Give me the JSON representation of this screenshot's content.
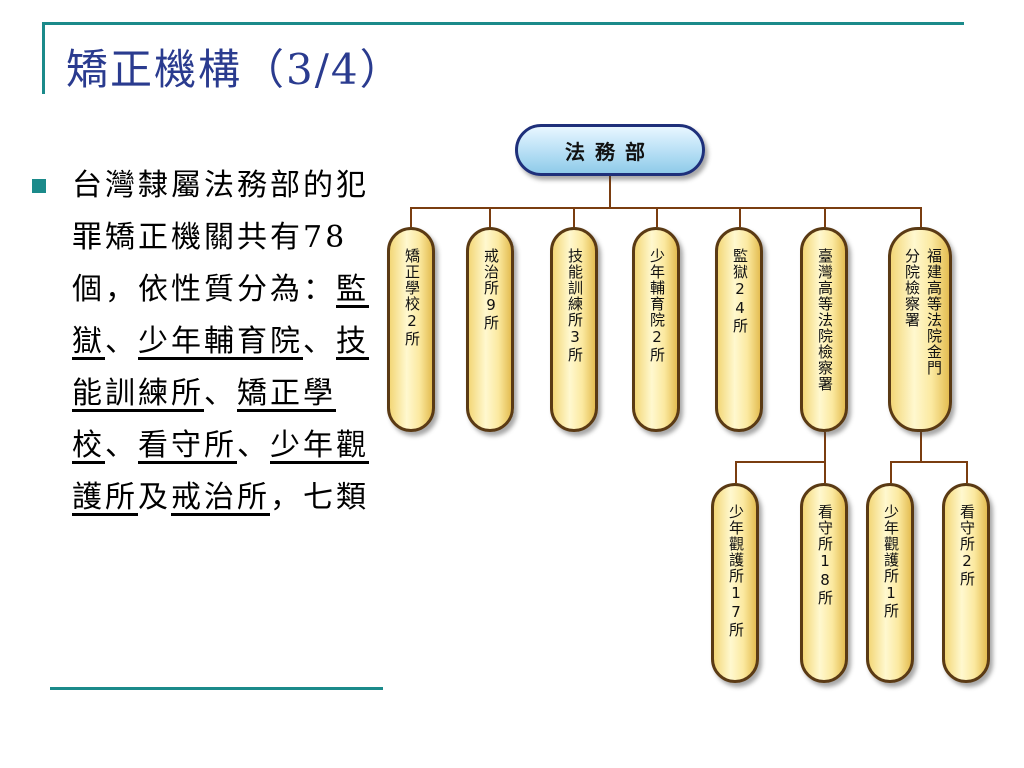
{
  "slide": {
    "title": "矯正機構（3/4）",
    "text": {
      "p1": "台灣隸屬法務部的犯罪矯正機關共有78個，依性質分為：",
      "u1": "監獄",
      "s1": "、",
      "u2": "少年輔育院",
      "s2": "、",
      "u3": "技能訓練所",
      "s3": "、",
      "u4": "矯正學校",
      "s4": "、",
      "u5": "看守所",
      "s5": "、",
      "u6": "少年觀護所",
      "s6": "及",
      "u7": "戒治所",
      "s7": "，七類"
    }
  },
  "org": {
    "root": "法務部",
    "level1": [
      "矯正學校2所",
      "戒治所9所",
      "技能訓練所3所",
      "少年輔育院2所",
      "監獄24所",
      "臺灣高等法院檢察署",
      "福建高等法院金門分院檢察署"
    ],
    "fujian_col1": "福建高等法院金門",
    "fujian_col2": "分院檢察署",
    "level2_taiwan": [
      "少年觀護所17所",
      "看守所18所"
    ],
    "level2_fujian": [
      "少年觀護所1所",
      "看守所2所"
    ]
  },
  "colors": {
    "accent": "#1b8a8a",
    "title": "#2a3b8f",
    "connector": "#7a3d10",
    "pill_fill": "#fbe9a0",
    "root_fill": "#bfe3f7"
  }
}
